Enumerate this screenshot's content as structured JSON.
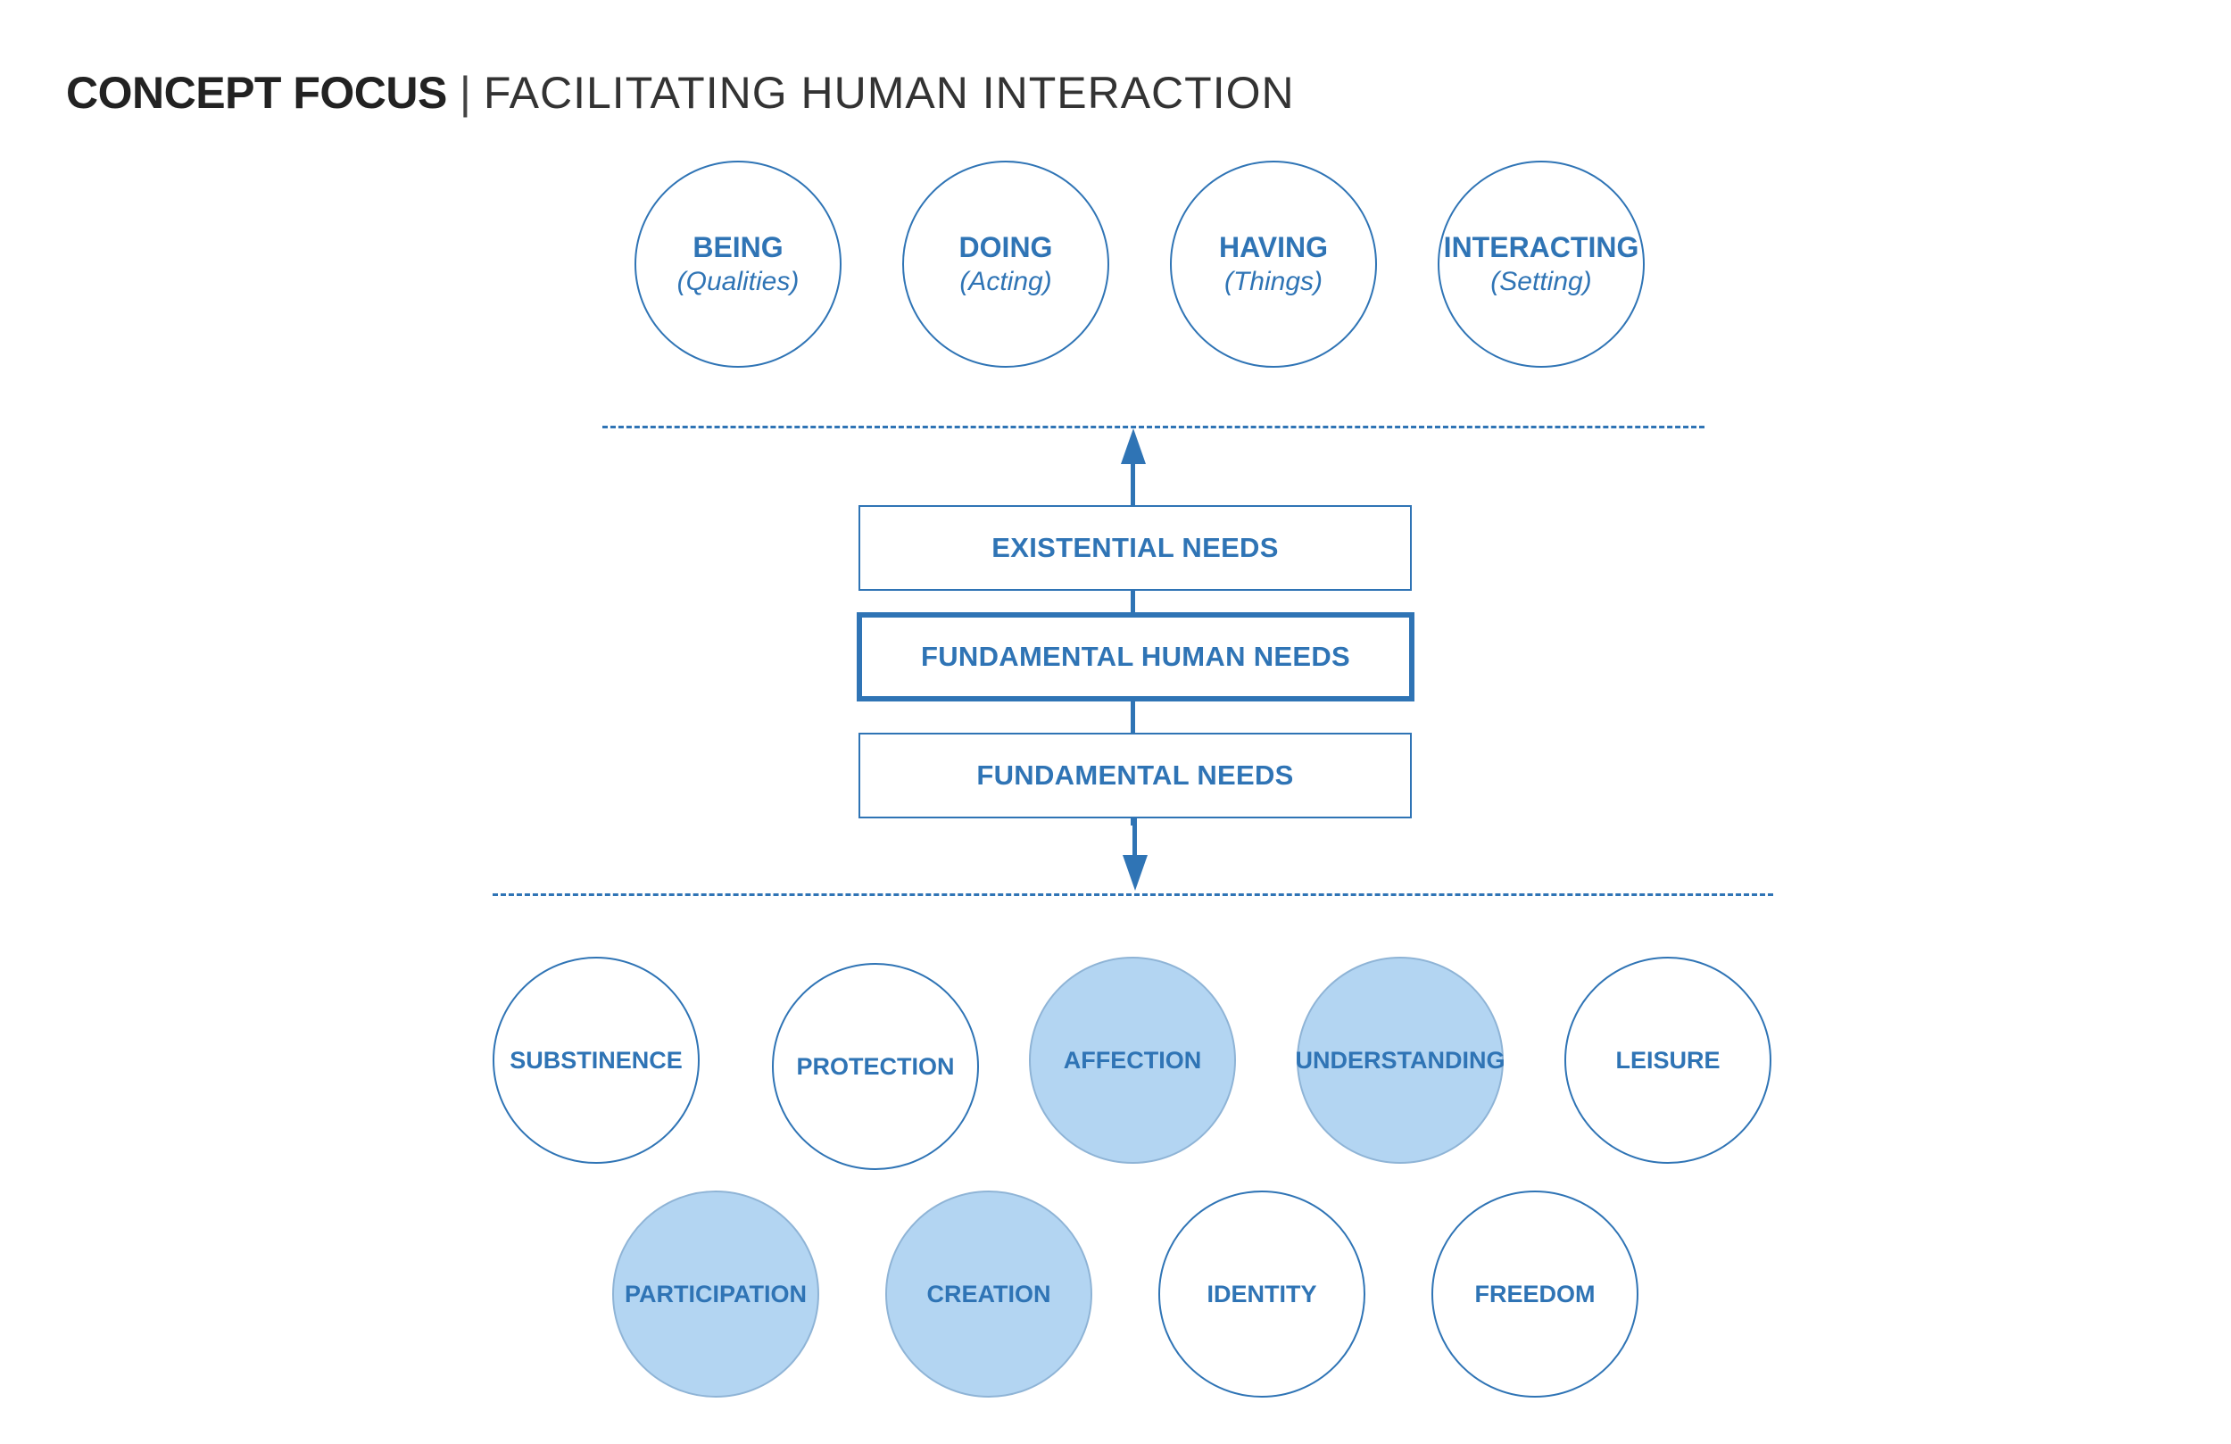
{
  "header": {
    "title_bold": "CONCEPT FOCUS",
    "separator": "|",
    "title_light": "FACILITATING HUMAN INTERACTION"
  },
  "categories": [
    {
      "label": "BEING",
      "sub": "(Qualities)"
    },
    {
      "label": "DOING",
      "sub": "(Acting)"
    },
    {
      "label": "HAVING",
      "sub": "(Things)"
    },
    {
      "label": "INTERACTING",
      "sub": "(Setting)"
    }
  ],
  "levels": {
    "existential": "EXISTENTIAL NEEDS",
    "fundamental_human": "FUNDAMENTAL HUMAN NEEDS",
    "fundamental": "FUNDAMENTAL NEEDS"
  },
  "needs": [
    {
      "label": "SUBSTINENCE",
      "highlighted": false
    },
    {
      "label": "PROTECTION",
      "highlighted": false
    },
    {
      "label": "AFFECTION",
      "highlighted": true
    },
    {
      "label": "UNDERSTANDING",
      "highlighted": true
    },
    {
      "label": "LEISURE",
      "highlighted": false
    },
    {
      "label": "PARTICIPATION",
      "highlighted": true
    },
    {
      "label": "CREATION",
      "highlighted": true
    },
    {
      "label": "IDENTITY",
      "highlighted": false
    },
    {
      "label": "FREEDOM",
      "highlighted": false
    }
  ],
  "colors": {
    "accent": "#2f74b5",
    "highlight_fill": "#b3d5f2"
  }
}
